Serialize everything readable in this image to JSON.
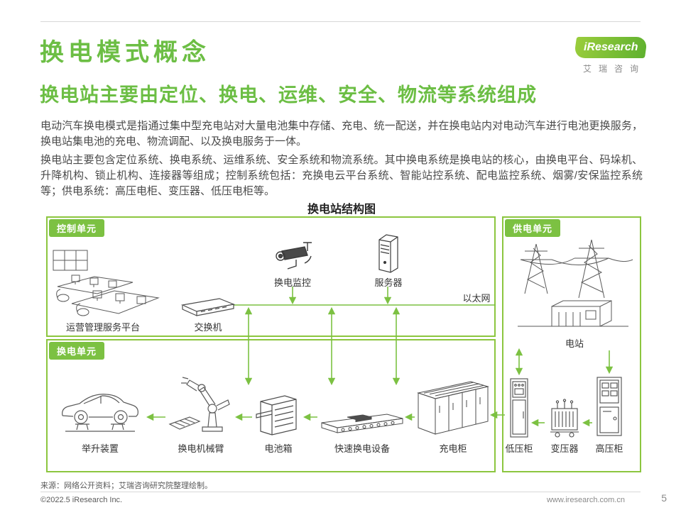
{
  "header": {
    "title": "换电模式概念",
    "subtitle": "换电站主要由定位、换电、运维、安全、物流等系统组成"
  },
  "logo": {
    "brand": "iResearch",
    "brand_cn": "艾瑞咨询"
  },
  "body": {
    "paragraphs": [
      "电动汽车换电模式是指通过集中型充电站对大量电池集中存储、充电、统一配送，并在换电站内对电动汽车进行电池更换服务，换电站集电池的充电、物流调配、以及换电服务于一体。",
      "换电站主要包含定位系统、换电系统、运维系统、安全系统和物流系统。其中换电系统是换电站的核心，由换电平台、码垛机、升降机构、锁止机构、连接器等组成；控制系统包括：充换电云平台系统、智能站控系统、配电监控系统、烟雾/安保监控系统等；供电系统：高压电柜、变压器、低压电柜等。"
    ]
  },
  "diagram": {
    "title": "换电站结构图",
    "units": {
      "control": "控制单元",
      "swap": "换电单元",
      "power": "供电单元"
    },
    "nodes": {
      "ops_platform": "运营管理服务平台",
      "switch": "交换机",
      "swap_monitor": "换电监控",
      "server": "服务器",
      "ethernet": "以太网",
      "power_station": "电站",
      "lift_device": "举升装置",
      "robot_arm": "换电机械臂",
      "battery_box": "电池箱",
      "quick_swap": "快速换电设备",
      "charging_cabinet": "充电柜",
      "lv_cabinet": "低压柜",
      "transformer": "变压器",
      "hv_cabinet": "高压柜"
    }
  },
  "footer": {
    "source": "来源：网络公开资料；艾瑞咨询研究院整理绘制。",
    "copyright": "©2022.5 iResearch Inc.",
    "website": "www.iresearch.com.cn",
    "page_number": "5"
  },
  "colors": {
    "heading_green": "#6CBE44",
    "accent_green": "#7CC142",
    "border_green": "#8CC63F",
    "text_dark": "#4A4A4A"
  }
}
